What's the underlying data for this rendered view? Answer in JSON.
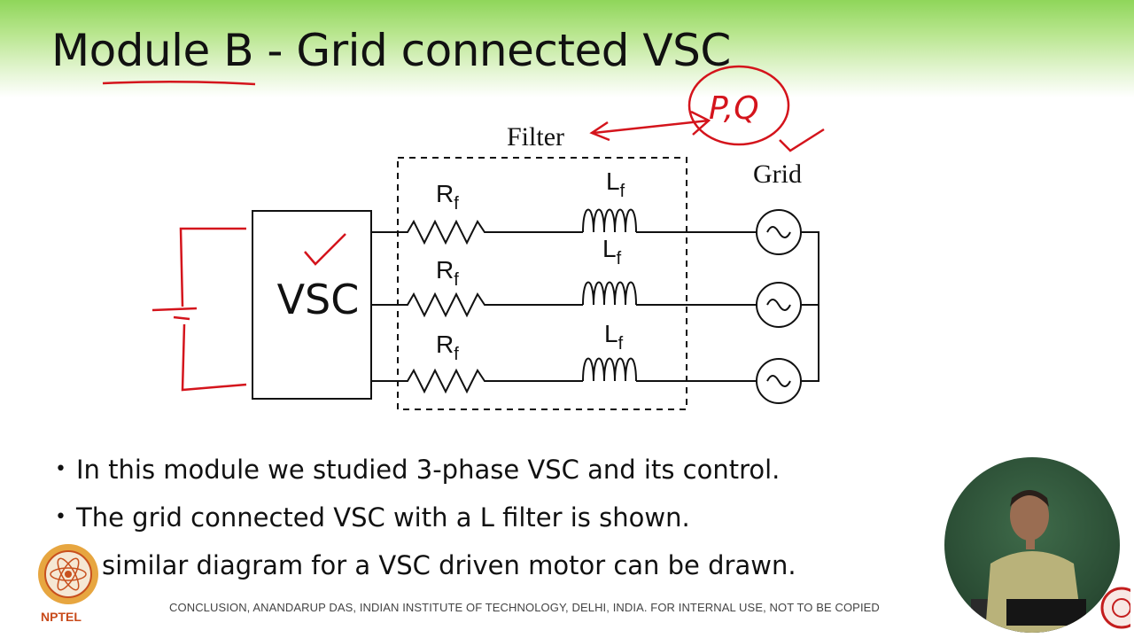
{
  "slide": {
    "title": "Module B - Grid connected VSC"
  },
  "diagram": {
    "filter_label": "Filter",
    "grid_label": "Grid",
    "vsc_label": "VSC",
    "resistor_labels": [
      "R",
      "R",
      "R"
    ],
    "resistor_subscript": "f",
    "inductor_labels": [
      "L",
      "L",
      "L"
    ],
    "inductor_subscript": "f",
    "annotation_pq": "P,Q",
    "colors": {
      "ink": "#111111",
      "annotation": "#d4141c"
    }
  },
  "bullets": [
    "In this module we studied 3-phase VSC and its control.",
    "The grid connected VSC with a L filter is shown.",
    "A similar diagram for a VSC driven motor can be drawn."
  ],
  "footer": {
    "text": "CONCLUSION, ANANDARUP DAS, INDIAN INSTITUTE OF TECHNOLOGY, DELHI, INDIA. FOR INTERNAL USE, NOT TO BE COPIED",
    "logo_text": "NPTEL"
  }
}
